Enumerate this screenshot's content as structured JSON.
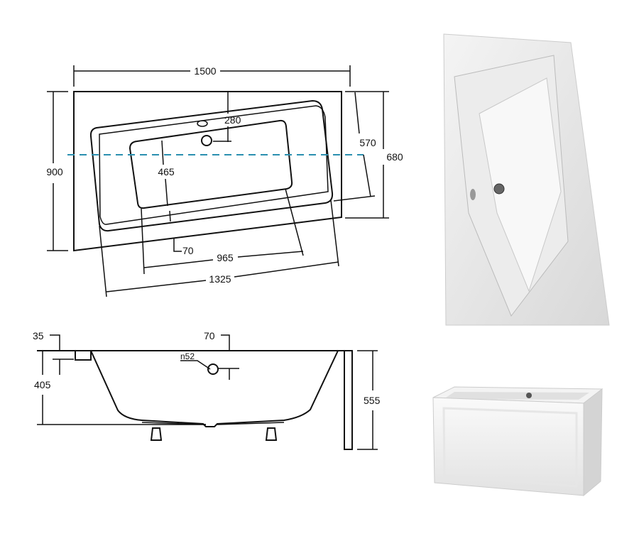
{
  "top_view": {
    "dim_width": "1500",
    "dim_depth": "900",
    "dim_right_depth": "680",
    "dim_tub_width": "570",
    "dim_drain_offset": "280",
    "dim_basin_width": "465",
    "dim_rim": "70",
    "dim_basin_length": "965",
    "dim_tub_length": "1325"
  },
  "side_view": {
    "dim_rim_thickness": "35",
    "dim_top_offset": "70",
    "dim_overflow": "n52",
    "dim_tub_height": "405",
    "dim_total_height": "555"
  },
  "colors": {
    "lines": "#111111",
    "centerline": "#2a8fb0"
  }
}
